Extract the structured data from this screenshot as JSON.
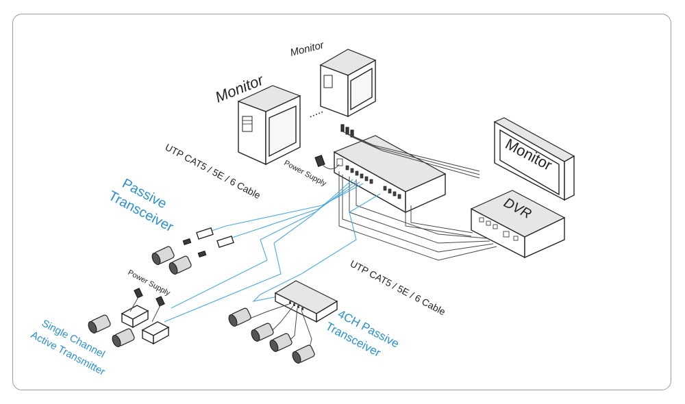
{
  "labels": {
    "monitor_1": "Monitor",
    "monitor_2": "Monitor",
    "monitor_dvr": "Monitor",
    "dvr": "DVR",
    "utp_cable_top": "UTP CAT5 / 5E / 6 Cable",
    "utp_cable_bottom": "UTP CAT5 / 5E / 6 Cable",
    "power_supply_top": "Power Supply",
    "power_supply_left": "Power Supply",
    "passive_transceiver_line1": "Passive",
    "passive_transceiver_line2": "Transceiver",
    "single_channel_line1": "Single Channel",
    "single_channel_line2": "Active Transmitter",
    "four_ch_line1": "4CH Passive",
    "four_ch_line2": "Transceiver",
    "ellipsis": "....."
  },
  "colors": {
    "accent_blue": "#2a8fcf",
    "line_dark": "#444444",
    "frame": "#9a9a9a"
  },
  "icons": [
    "monitor-icon",
    "dvr-icon",
    "video-hub-icon",
    "camera-icon",
    "balun-icon",
    "power-adapter-icon",
    "switch-icon"
  ]
}
